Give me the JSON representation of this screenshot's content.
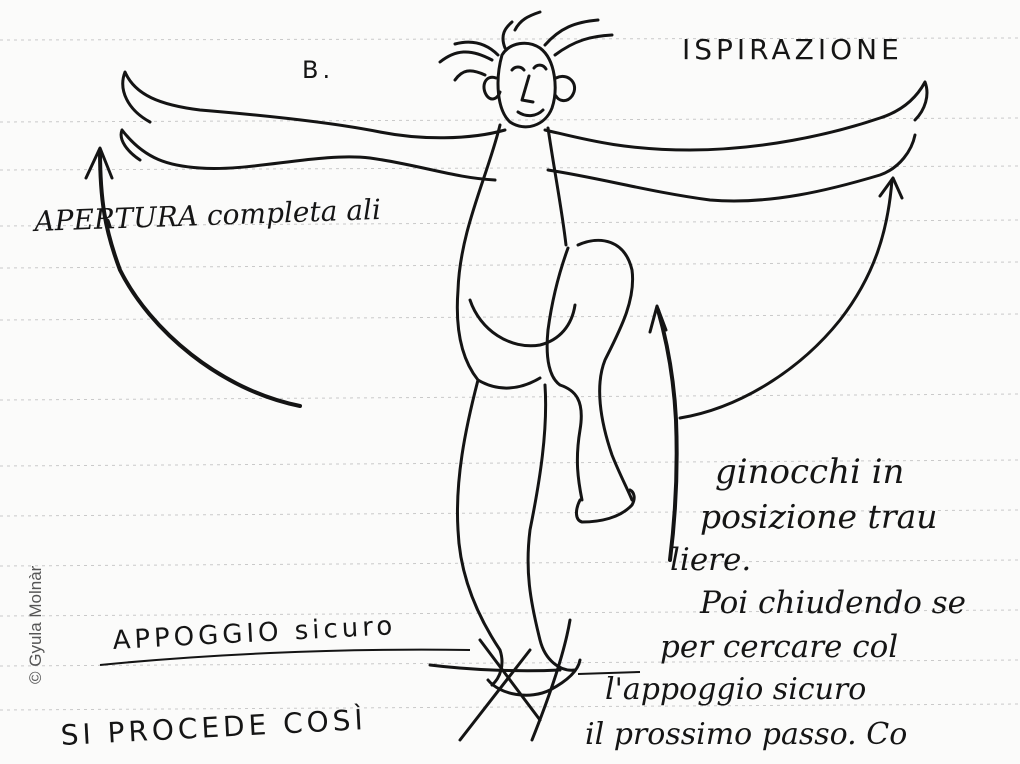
{
  "sketch": {
    "label_b": "B.",
    "label_inspiration": "ISPIRAZIONE",
    "label_arm_opening": "APERTURA completa ali",
    "note_lines": [
      "ginocchi in",
      "posizione trau",
      "liere.",
      "Poi chiudendo se",
      "per cercare col",
      "l'appoggio sicuro",
      "il prossimo passo. Co"
    ],
    "label_support": "APPOGGIO sicuro",
    "label_proceed": "SI PROCEDE COSÌ"
  },
  "credit": "© Gyula Molnàr"
}
